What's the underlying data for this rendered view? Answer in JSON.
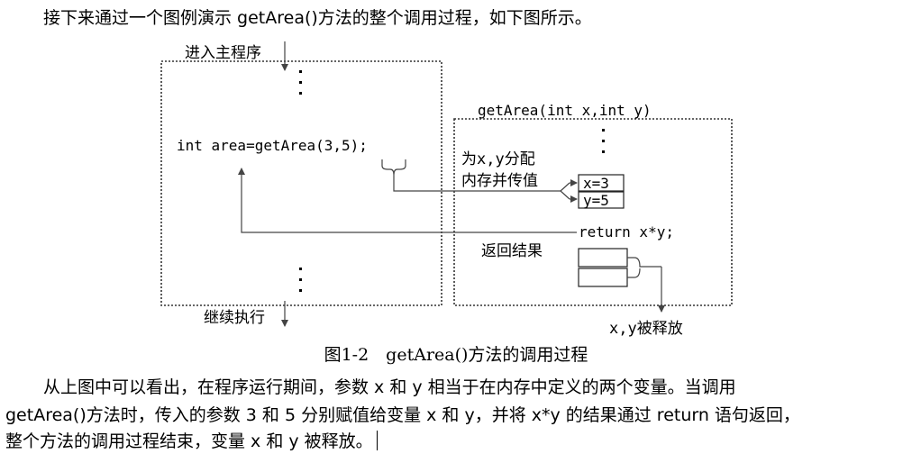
{
  "intro": "接下来通过一个图例演示 getArea()方法的整个调用过程，如下图所示。",
  "diagram": {
    "enter_main": "进入主程序",
    "main_code": "int area=getArea(3,5);",
    "continue_exec": "继续执行",
    "method_signature": "getArea(int x,int y)",
    "alloc_line1": "为x,y分配",
    "alloc_line2": "内存并传值",
    "x_cell": "x=3",
    "y_cell": "y=5",
    "return_stmt": "return x*y;",
    "return_result": "返回结果",
    "released": "x,y被释放"
  },
  "caption": "图1-2　getArea()方法的调用过程",
  "body": {
    "line1": "从上图中可以看出，在程序运行期间，参数 x 和 y 相当于在内存中定义的两个变量。当调用",
    "line2": "getArea()方法时，传入的参数 3 和 5 分别赋值给变量 x 和 y，并将 x*y 的结果通过 return 语句返回，",
    "line3": "整个方法的调用过程结束，变量 x 和 y 被释放。"
  }
}
